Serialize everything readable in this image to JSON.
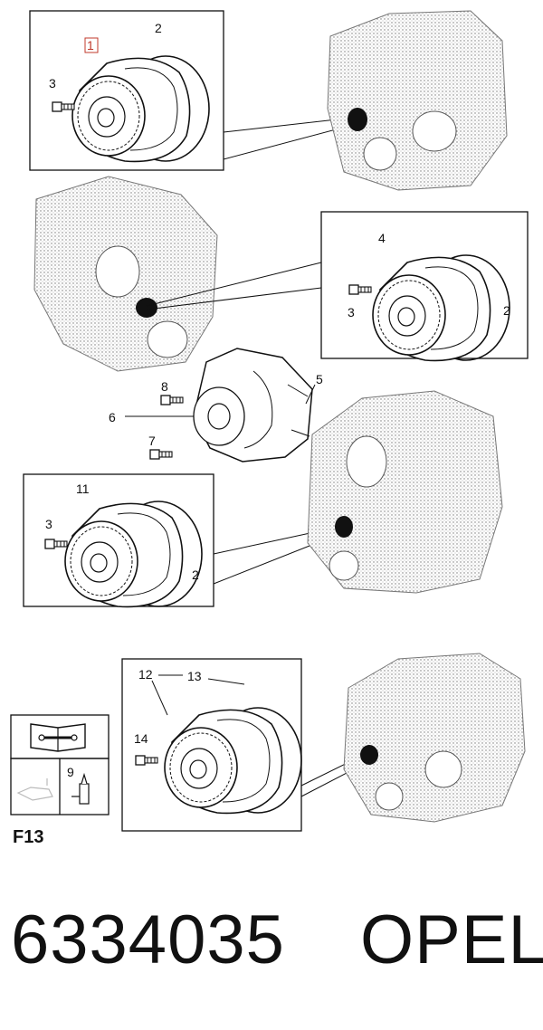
{
  "labels": {
    "n1": "1",
    "n2": "2",
    "n3": "3",
    "n4": "4",
    "n5": "5",
    "n6": "6",
    "n7": "7",
    "n8": "8",
    "n9": "9",
    "n11": "11",
    "n12": "12",
    "n13": "13",
    "n14": "14"
  },
  "figure_code": "F13",
  "part_number": "6334035",
  "brand": "OPEL",
  "colors": {
    "ink": "#111111",
    "callout_box": "#c0392b",
    "engine_stipple": "#777777"
  },
  "icons": [
    "manual-book-icon",
    "oil-drain-icon",
    "sealant-tube-icon"
  ]
}
